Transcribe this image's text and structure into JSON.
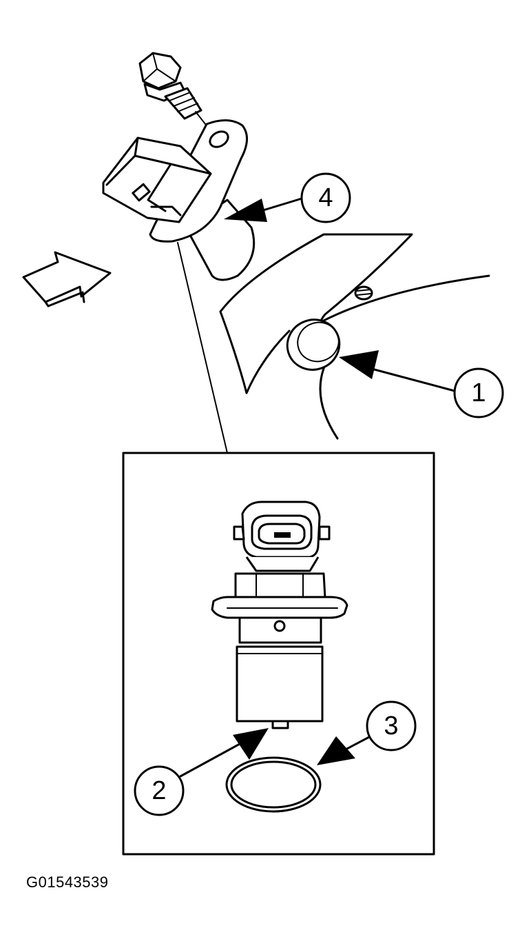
{
  "figure": {
    "id_label": "G01543539"
  },
  "callouts": [
    {
      "number": "1"
    },
    {
      "number": "2"
    },
    {
      "number": "3"
    },
    {
      "number": "4"
    }
  ],
  "icons": {
    "direction_arrow": "view-direction-arrow-icon",
    "bolt": "bolt-icon",
    "sensor": "sensor-icon",
    "o_ring": "o-ring-icon",
    "mounting_hole": "engine-mounting-hole-icon"
  }
}
